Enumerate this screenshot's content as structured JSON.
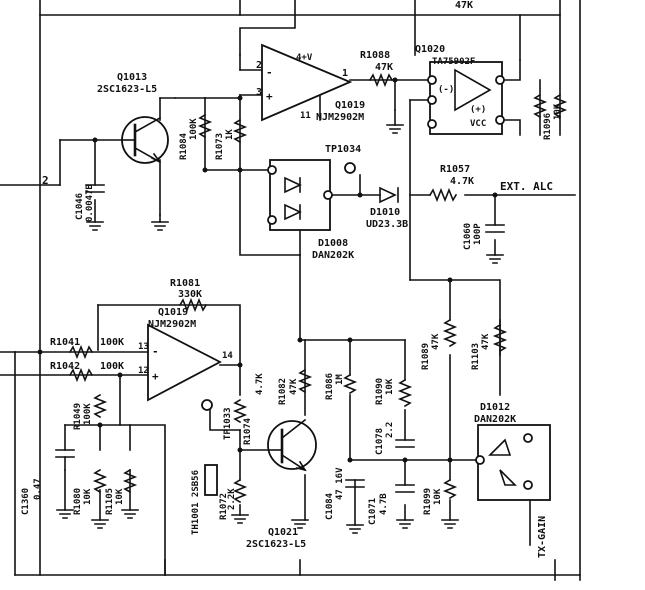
{
  "ic_top": {
    "ref": "Q1019",
    "part": "NJM2902M",
    "pin_plus": "+",
    "pin_minus": "-",
    "pin2": "2",
    "pin3": "3",
    "pin1": "1",
    "pin4": "4+V",
    "pin11": "11"
  },
  "ic_bottom": {
    "ref": "Q1019",
    "part": "NJM2902M",
    "pin13": "13",
    "pin12": "12",
    "pin14": "14",
    "pin_minus": "-",
    "pin_plus": "+"
  },
  "ic_right": {
    "ref": "Q1020",
    "part": "TA75902F",
    "minus": "(-)",
    "plus": "(+)",
    "vcc": "VCC"
  },
  "q1013": {
    "ref": "Q1013",
    "part": "2SC1623-L5"
  },
  "q1021": {
    "ref": "Q1021",
    "part": "2SC1623-L5"
  },
  "d1008": {
    "ref": "D1008",
    "part": "DAN202K"
  },
  "d1010": {
    "ref": "D1010",
    "part": "UD23.3B"
  },
  "d1012": {
    "ref": "D1012",
    "part": "DAN202K"
  },
  "tp1034": "TP1034",
  "tp1033": "TP1033",
  "th1001": "TH1001 2SB56",
  "ext_alc": "EXT. ALC",
  "tx_gain": "TX-GAIN",
  "pin_2_left": "2",
  "misc_47k_top": "47K",
  "resistors": {
    "r1088": "R1088",
    "r1088v": "47K",
    "r1084": "R1084",
    "r1084v": "100K",
    "r1073": "R1073",
    "r1073v": "1K",
    "r1057": "R1057",
    "r1057v": "4.7K",
    "r1081": "R1081",
    "r1081v": "330K",
    "r1041": "R1041",
    "r1041v": "100K",
    "r1042": "R1042",
    "r1042v": "100K",
    "r1074": "R1074",
    "r1074v": "4.7K",
    "r1082": "R1082",
    "r1082v": "47K",
    "r1086": "R1086",
    "r1086v": "1M",
    "r1090": "R1090",
    "r1090v": "10K",
    "r1089": "R1089",
    "r1089v": "47K",
    "r1103": "R1103",
    "r1103v": "47K",
    "r1049": "R1049",
    "r1049v": "100K",
    "r1080": "R1080",
    "r1080v": "10K",
    "r1105": "R1105",
    "r1105v": "10K",
    "r1072": "R1072",
    "r1072v": "2.2K",
    "r1099": "R1099",
    "r1099v": "10K",
    "r1096": "R1096",
    "r1096v": "10K"
  },
  "capacitors": {
    "c1046": "C1046",
    "c1046v": "0.0047B",
    "c1060": "C1060",
    "c1060v": "100P",
    "c1078": "C1078",
    "c1078v": "2.2",
    "c1084": "C1084",
    "c1084v": "47 16V",
    "c1071": "C1071",
    "c1071v": "4.7B",
    "c1360": "C1360",
    "c1360v": "0.47"
  }
}
